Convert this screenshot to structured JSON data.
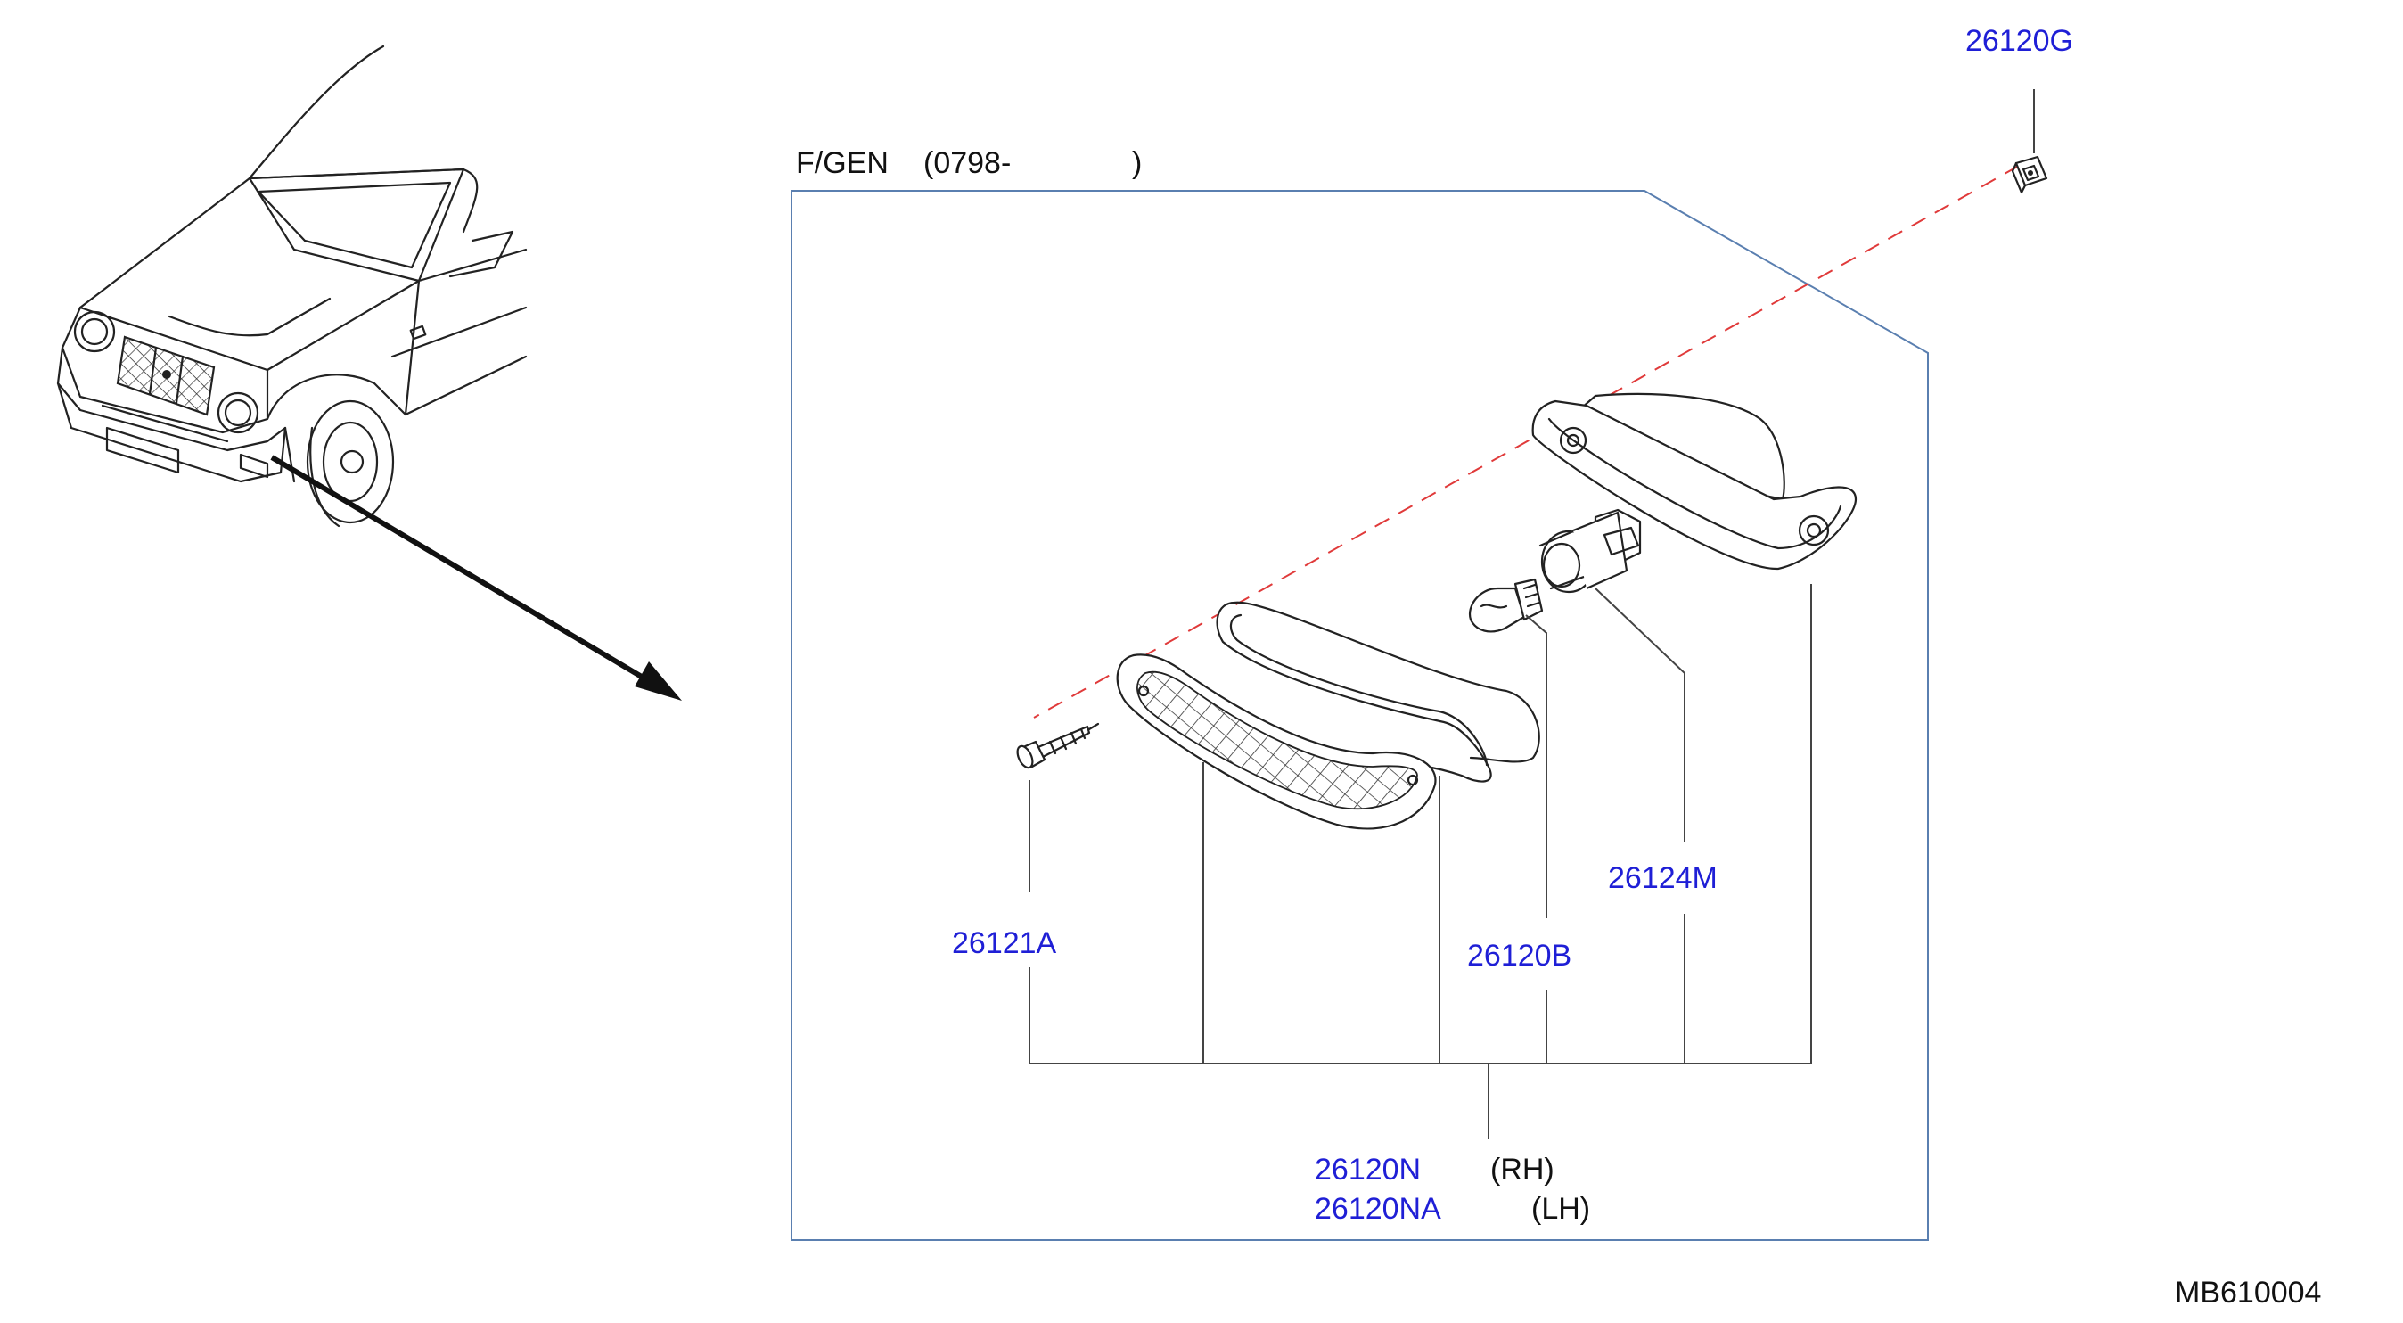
{
  "header": {
    "model_label": "F/GEN",
    "date_range": "(0798-",
    "date_range_close": ")"
  },
  "callouts": {
    "clip": "26120G",
    "screw": "26121A",
    "bulb": "26120B",
    "socket": "26124M",
    "assembly_rh": "26120N",
    "assembly_rh_side": "(RH)",
    "assembly_lh": "26120NA",
    "assembly_lh_side": "(LH)"
  },
  "footer": {
    "diagram_code": "MB610004"
  },
  "colors": {
    "part_number": "#1f1fd6",
    "frame": "#5a7fb0",
    "centerline": "#e03a3a",
    "linework": "#222222"
  }
}
